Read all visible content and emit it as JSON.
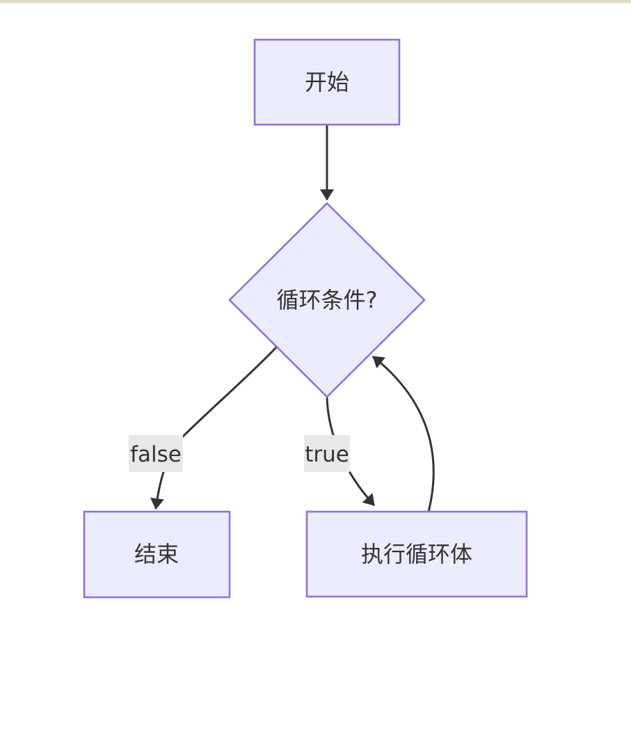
{
  "diagram": {
    "type": "flowchart",
    "direction": "top-down",
    "nodes": [
      {
        "id": "start",
        "shape": "rectangle",
        "label": "开始"
      },
      {
        "id": "condition",
        "shape": "diamond",
        "label": "循环条件?"
      },
      {
        "id": "end",
        "shape": "rectangle",
        "label": "结束"
      },
      {
        "id": "loop-body",
        "shape": "rectangle",
        "label": "执行循环体"
      }
    ],
    "edges": [
      {
        "from": "start",
        "to": "condition",
        "label": ""
      },
      {
        "from": "condition",
        "to": "end",
        "label": "false"
      },
      {
        "from": "condition",
        "to": "loop-body",
        "label": "true"
      },
      {
        "from": "loop-body",
        "to": "condition",
        "label": ""
      }
    ]
  },
  "colors": {
    "node_fill": "#ECECFF",
    "node_border": "#9370DB",
    "edge_stroke": "#333333",
    "edge_label_bg": "#e8e8e8",
    "text": "#333333",
    "top_bar": "#ded7c9",
    "canvas_bg": "#ffffff"
  }
}
